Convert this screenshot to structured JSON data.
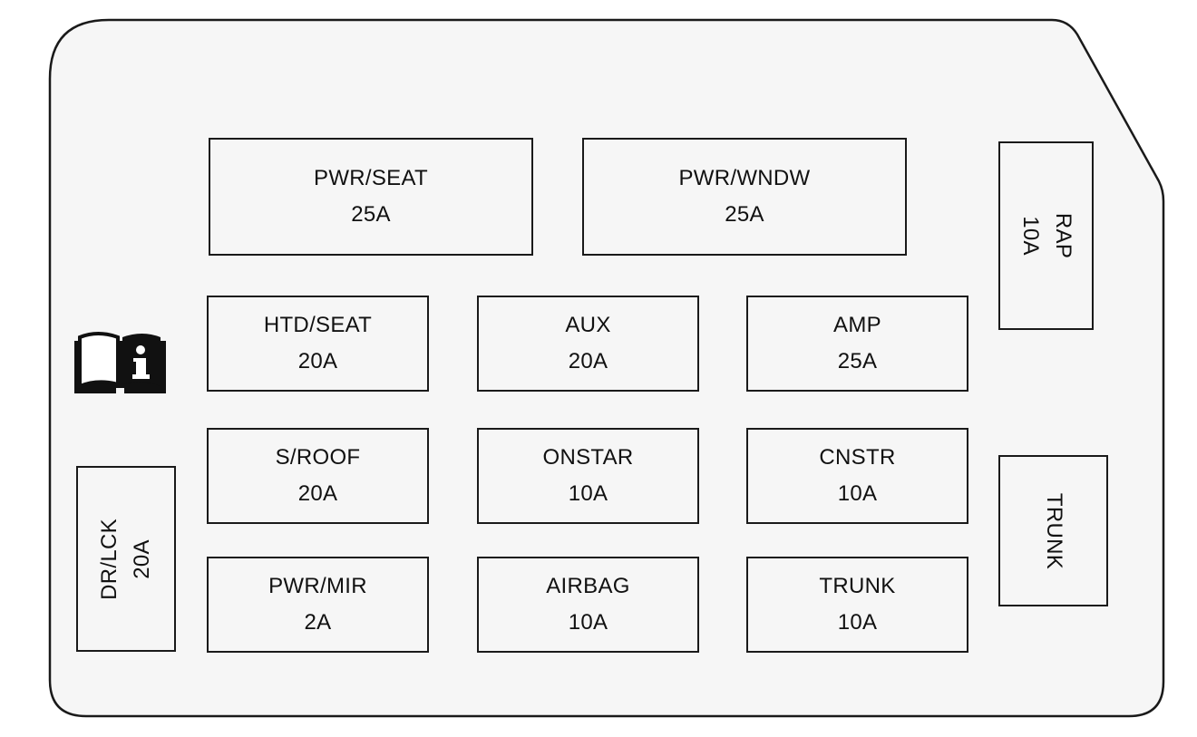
{
  "panel": {
    "background": "#f6f6f6",
    "stroke": "#1a1a1a"
  },
  "icons": {
    "manual": "owner-manual-info-icon"
  },
  "fuses": {
    "pwr_seat": {
      "name": "PWR/SEAT",
      "rating": "25A"
    },
    "pwr_wndw": {
      "name": "PWR/WNDW",
      "rating": "25A"
    },
    "rap": {
      "name": "RAP",
      "rating": "10A"
    },
    "htd_seat": {
      "name": "HTD/SEAT",
      "rating": "20A"
    },
    "aux": {
      "name": "AUX",
      "rating": "20A"
    },
    "amp": {
      "name": "AMP",
      "rating": "25A"
    },
    "s_roof": {
      "name": "S/ROOF",
      "rating": "20A"
    },
    "onstar": {
      "name": "ONSTAR",
      "rating": "10A"
    },
    "cnstr": {
      "name": "CNSTR",
      "rating": "10A"
    },
    "dr_lck": {
      "name": "DR/LCK",
      "rating": "20A"
    },
    "trunk_relay": {
      "name": "TRUNK"
    },
    "pwr_mir": {
      "name": "PWR/MIR",
      "rating": "2A"
    },
    "airbag": {
      "name": "AIRBAG",
      "rating": "10A"
    },
    "trunk": {
      "name": "TRUNK",
      "rating": "10A"
    }
  }
}
